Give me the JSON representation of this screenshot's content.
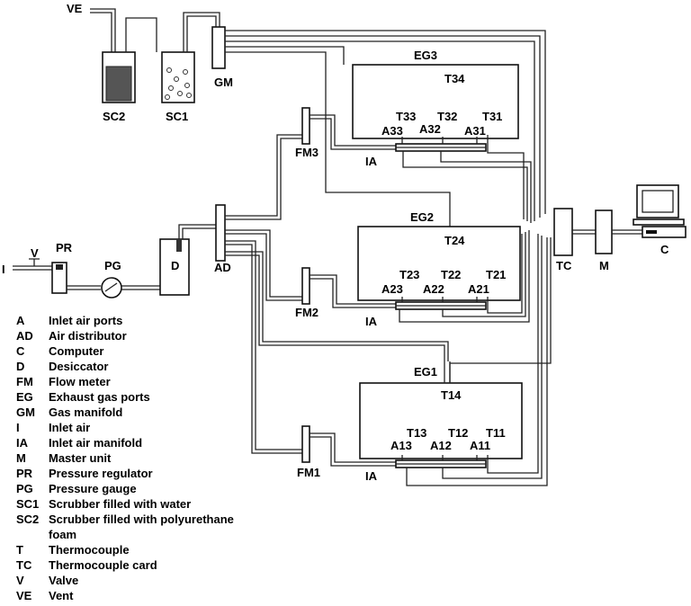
{
  "components": {
    "ve": "VE",
    "sc2": "SC2",
    "sc1": "SC1",
    "gm": "GM",
    "v": "V",
    "pr": "PR",
    "i": "I",
    "pg": "PG",
    "d": "D",
    "ad": "AD",
    "fm3": "FM3",
    "fm2": "FM2",
    "fm1": "FM1",
    "ia3": "IA",
    "ia2": "IA",
    "ia1": "IA",
    "tc": "TC",
    "m": "M",
    "c": "C"
  },
  "chambers": [
    {
      "eg": "EG3",
      "top_t": "T34",
      "t_labels": [
        "T33",
        "T32",
        "T31"
      ],
      "a_labels": [
        "A33",
        "A32",
        "A31"
      ]
    },
    {
      "eg": "EG2",
      "top_t": "T24",
      "t_labels": [
        "T23",
        "T22",
        "T21"
      ],
      "a_labels": [
        "A23",
        "A22",
        "A21"
      ]
    },
    {
      "eg": "EG1",
      "top_t": "T14",
      "t_labels": [
        "T13",
        "T12",
        "T11"
      ],
      "a_labels": [
        "A13",
        "A12",
        "A11"
      ]
    }
  ],
  "legend": [
    {
      "abbr": "A",
      "desc": "Inlet air ports"
    },
    {
      "abbr": "AD",
      "desc": "Air distributor"
    },
    {
      "abbr": "C",
      "desc": "Computer"
    },
    {
      "abbr": "D",
      "desc": "Desiccator"
    },
    {
      "abbr": "FM",
      "desc": "Flow meter"
    },
    {
      "abbr": "EG",
      "desc": "Exhaust gas ports"
    },
    {
      "abbr": "GM",
      "desc": "Gas manifold"
    },
    {
      "abbr": "I",
      "desc": "Inlet air"
    },
    {
      "abbr": "IA",
      "desc": "Inlet air manifold"
    },
    {
      "abbr": "M",
      "desc": "Master unit"
    },
    {
      "abbr": "PR",
      "desc": "Pressure regulator"
    },
    {
      "abbr": "PG",
      "desc": "Pressure gauge"
    },
    {
      "abbr": "SC1",
      "desc": "Scrubber filled with water"
    },
    {
      "abbr": "SC2",
      "desc": "Scrubber filled with polyurethane\nfoam"
    },
    {
      "abbr": "T",
      "desc": "Thermocouple"
    },
    {
      "abbr": "TC",
      "desc": "Thermocouple card"
    },
    {
      "abbr": "V",
      "desc": "Valve"
    },
    {
      "abbr": "VE",
      "desc": "Vent"
    }
  ]
}
